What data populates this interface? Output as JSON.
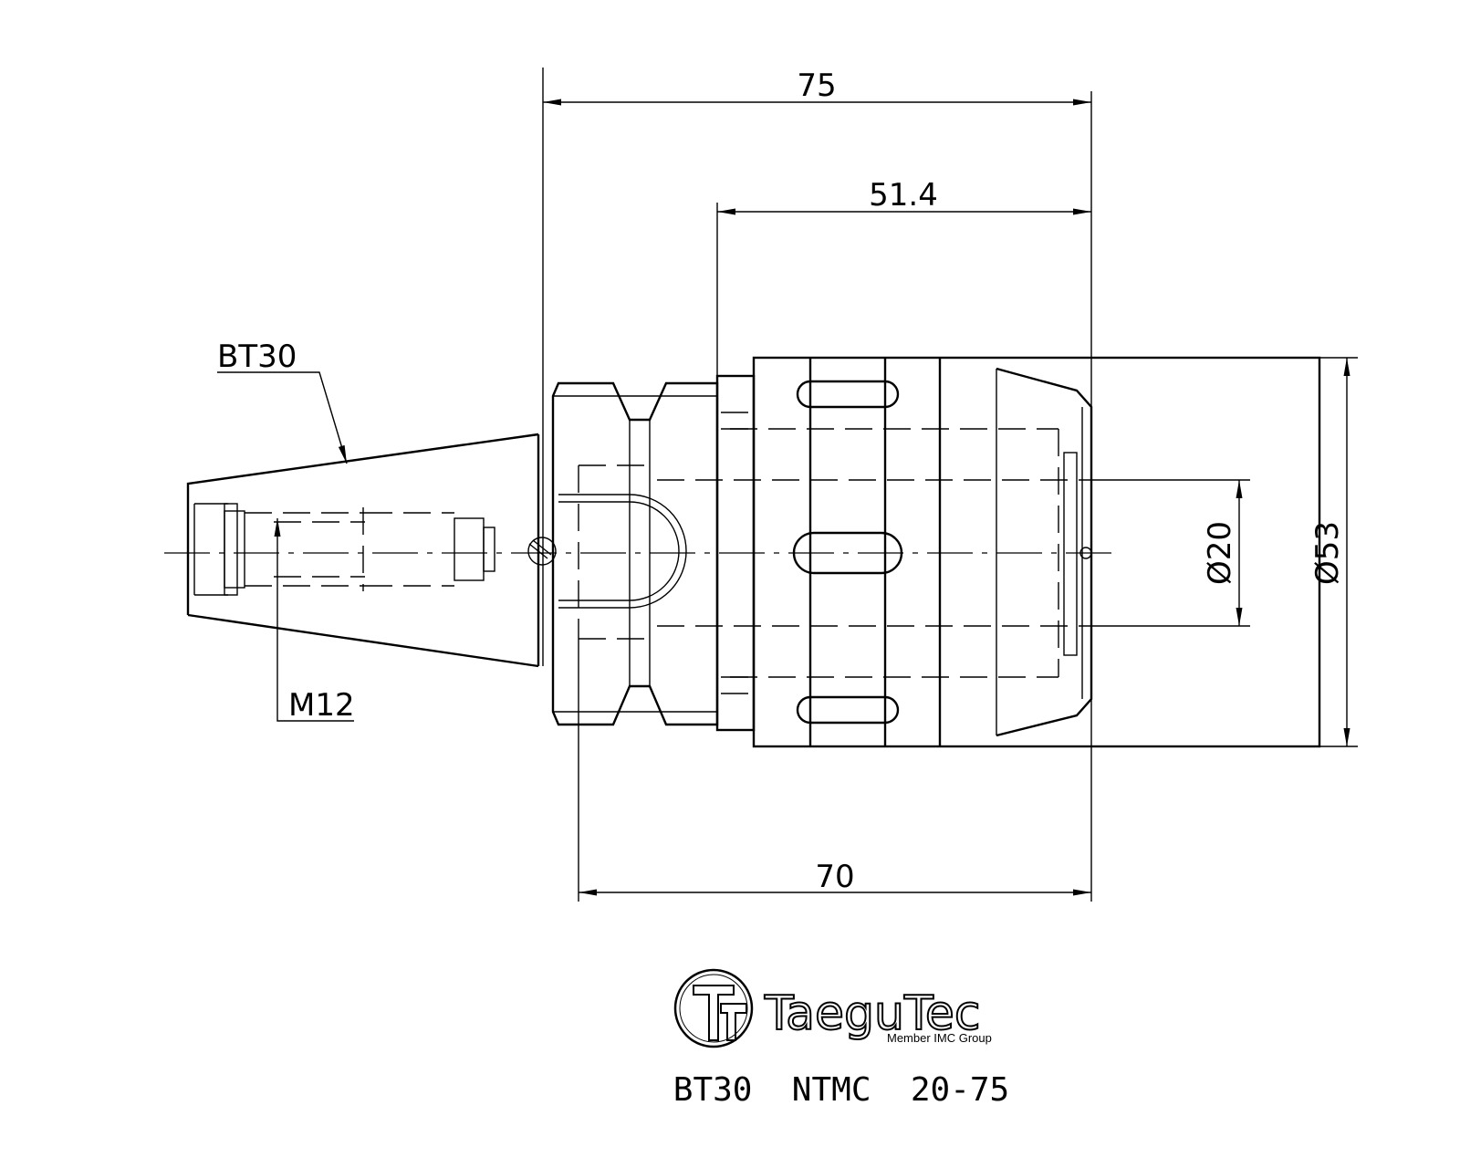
{
  "dimensions": {
    "overall_length": "75",
    "chuck_length": "51.4",
    "gauge_length": "70",
    "capacity_diameter": "Ø20",
    "body_diameter": "Ø53"
  },
  "callouts": {
    "taper": "BT30",
    "thread": "M12"
  },
  "logo": {
    "brand": "TaeguTec",
    "tagline": "Member IMC Group"
  },
  "title": "BT30  NTMC  20-75"
}
